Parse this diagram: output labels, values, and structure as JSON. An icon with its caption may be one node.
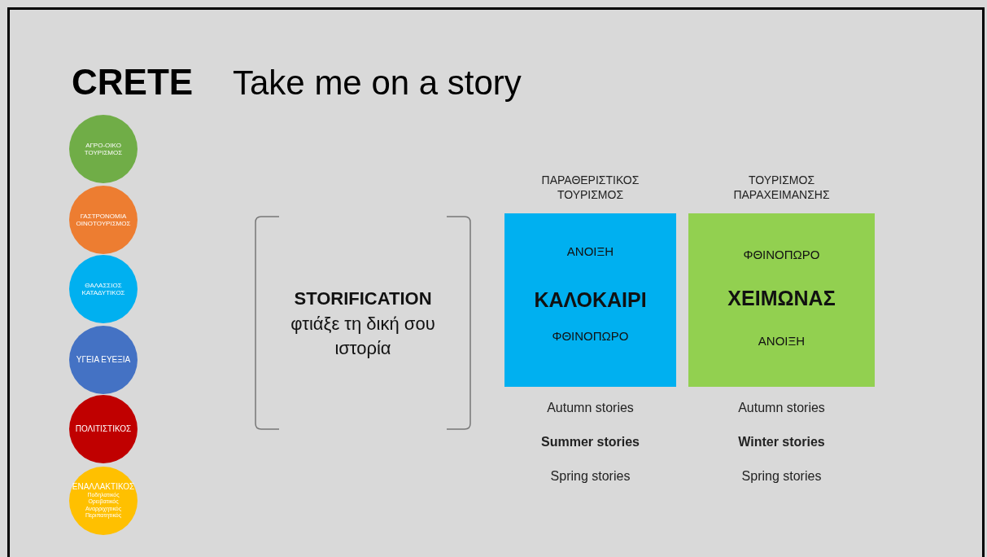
{
  "diagram": {
    "title": "CRETE",
    "nodes": [
      {
        "text": [
          "ΑΓΡΟ-ΟΙΚΟ ΤΟΥΡΙΣΜΟΣ"
        ]
      },
      {
        "text": [
          "ΓΑΣΤΡΟΝΟΜΙΑ ΟΙΝΟΤΟΥΡΙΣΜΟΣ"
        ]
      },
      {
        "text": [
          "ΘΑΛΑΣΣΙΟΣ ΚΑΤΑΔΥΤΙΚΟΣ"
        ]
      },
      {
        "text": [
          "ΥΓΕΙΑ ΕΥΕΞΙΑ"
        ]
      },
      {
        "text": [
          "ΠΟΛΙΤΙΣΤΙΚΟΣ"
        ]
      },
      {
        "text": [
          "ΕΝΑΛΛΑΚΤΙΚΟΣ",
          "Ποδηλατικός Ορειβατικός Αναρριχητικός Περιπατητικός"
        ]
      },
      {
        "text": [
          "STORIFICATION",
          "φτιάξε τη δική σου ιστορία"
        ]
      },
      {
        "text": [
          "ΠΑΡΑΘΕΡΙΣΤΙΚΟΣ ΤΟΥΡΙΣΜΟΣ",
          "ΑΝΟΙΞΗ",
          "ΚΑΛΟΚΑΙΡΙ",
          "ΦΘΙΝΟΠΩΡΟ"
        ],
        "beside": [
          "Autumn stories",
          "Summer stories",
          "Spring stories"
        ]
      },
      {
        "text": [
          "ΤΟΥΡΙΣΜΟΣ ΠΑΡΑΧΕΙΜΑΝΣΗΣ",
          "ΦΘΙΝΟΠΩΡΟ",
          "ΧΕΙΜΩΝΑΣ",
          "ΑΝΟΙΞΗ"
        ],
        "beside": [
          "Autumn stories",
          "Winter stories",
          "Spring stories"
        ]
      }
    ],
    "edges": [],
    "labels": [
      "Take me on a story"
    ]
  }
}
